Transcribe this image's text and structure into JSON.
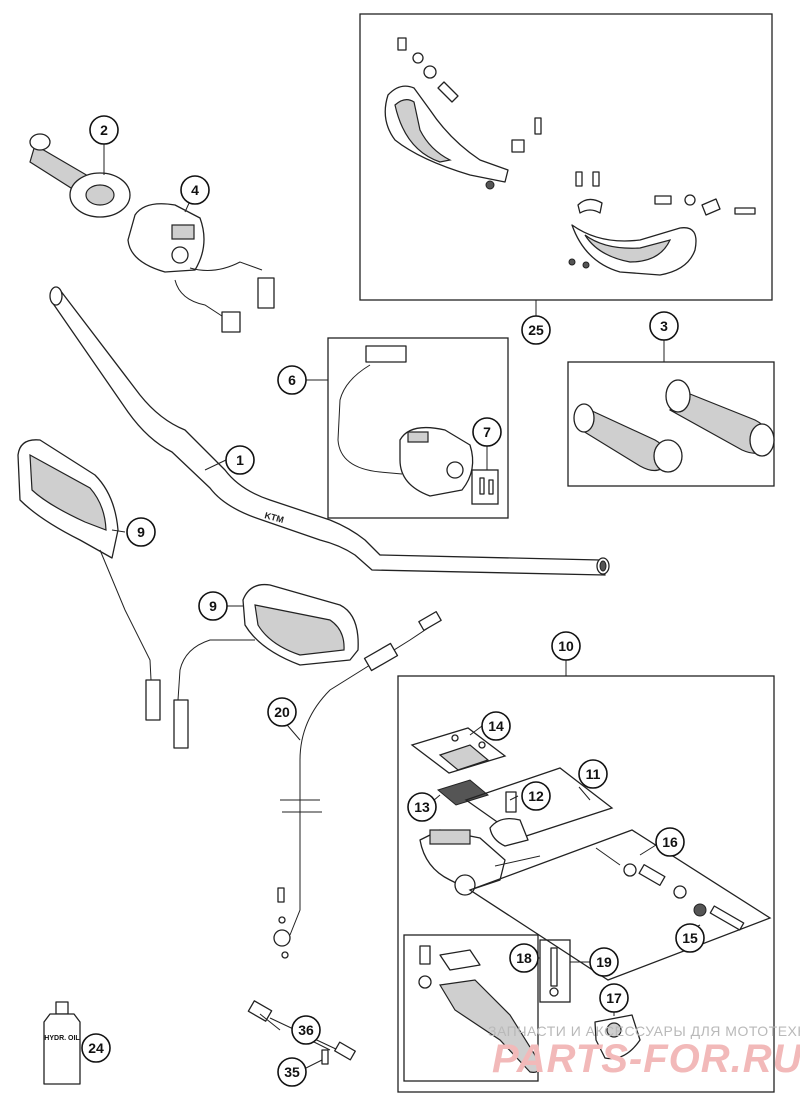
{
  "diagram": {
    "callouts": [
      {
        "id": "c1",
        "label": "1"
      },
      {
        "id": "c2",
        "label": "2"
      },
      {
        "id": "c3",
        "label": "3"
      },
      {
        "id": "c4",
        "label": "4"
      },
      {
        "id": "c6",
        "label": "6"
      },
      {
        "id": "c7",
        "label": "7"
      },
      {
        "id": "c9a",
        "label": "9"
      },
      {
        "id": "c9b",
        "label": "9"
      },
      {
        "id": "c10",
        "label": "10"
      },
      {
        "id": "c11",
        "label": "11"
      },
      {
        "id": "c12",
        "label": "12"
      },
      {
        "id": "c13",
        "label": "13"
      },
      {
        "id": "c14",
        "label": "14"
      },
      {
        "id": "c15",
        "label": "15"
      },
      {
        "id": "c16",
        "label": "16"
      },
      {
        "id": "c17",
        "label": "17"
      },
      {
        "id": "c18",
        "label": "18"
      },
      {
        "id": "c19",
        "label": "19"
      },
      {
        "id": "c20",
        "label": "20"
      },
      {
        "id": "c24",
        "label": "24"
      },
      {
        "id": "c25",
        "label": "25"
      },
      {
        "id": "c35",
        "label": "35"
      },
      {
        "id": "c36",
        "label": "36"
      }
    ],
    "bottle_label": "HYDR. OIL",
    "handlebar_marking": "KTM"
  },
  "watermark": {
    "caption": "ЗАПЧАСТИ И АКСЕССУАРЫ ДЛЯ МОТОТЕХНИКИ",
    "brand": "PARTS-FOR.RU"
  }
}
